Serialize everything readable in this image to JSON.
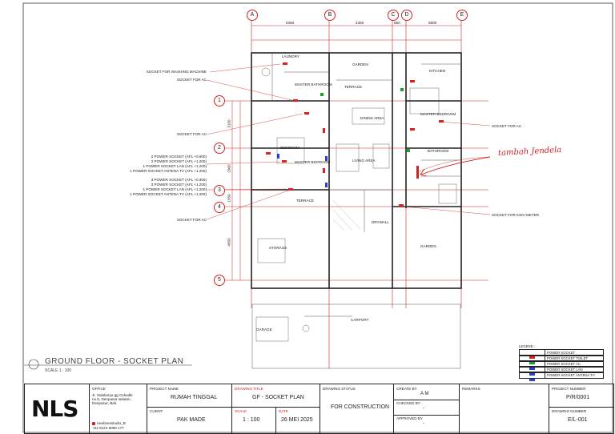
{
  "drawing": {
    "grid_columns": [
      "A",
      "B",
      "C",
      "D",
      "E"
    ],
    "grid_rows": [
      "1",
      "2",
      "3",
      "4",
      "5"
    ],
    "top_dimensions": [
      "5350",
      "4350",
      "850",
      "5800"
    ],
    "left_dimensions": [
      "3150",
      "2900",
      "1050",
      "4550"
    ],
    "left_annotations": [
      "SOCKET FOR WASHING MACHINE",
      "SOCKET FOR AC",
      "SOCKET FOR AC",
      "2 POWER SOCKET (AFL +0.600)",
      "2 POWER SOCKET (AFL +1.200)",
      "1 POWER SOCKET LAN (AFL +1.200)",
      "1 POWER SOCKET ANTENA TV (AFL +1.200)",
      "3 POWER SOCKET (AFL +0.300)",
      "3 POWER SOCKET (AFL +1.200)",
      "1 POWER SOCKET LAN (AFL +1.200)",
      "1 POWER SOCKET ANTENA TV (AFL +1.200)",
      "SOCKET FOR AC"
    ],
    "right_annotations": [
      "SOCKET FOR AC",
      "SOCKET FOR KWH METER"
    ],
    "handwritten_note": "tambah Jendela",
    "rooms": [
      "LAUNDRY",
      "GARDEN",
      "KITCHEN",
      "MASTER BATHROOM",
      "TERRACE",
      "DINING AREA",
      "MASTER BEDROOM",
      "BEDROOM",
      "BATHROOM",
      "LIVING AREA",
      "MASTER BEDROOM",
      "TERRACE",
      "DRYWALL",
      "GARDEN",
      "STORAGE",
      "CARPORT",
      "GARAGE"
    ]
  },
  "plan_title": "GROUND FLOOR - SOCKET PLAN",
  "plan_scale": "SCALE 1 : 100",
  "legend": {
    "title": "LEGEND :",
    "items": [
      {
        "symbol": "power-socket-symbol",
        "name": "POWER SOCKET"
      },
      {
        "symbol": "toilet-socket-symbol",
        "name": "POWER SOCKET TOILET"
      },
      {
        "symbol": "ac-socket-symbol",
        "name": "POWER SOCKET AC"
      },
      {
        "symbol": "lan-socket-symbol",
        "name": "POWER SOCKET LAN"
      },
      {
        "symbol": "tv-socket-symbol",
        "name": "POWER SOCKET ANTENA TV"
      }
    ]
  },
  "title_block": {
    "logo": "NLS",
    "office_label": "OFFICE",
    "office_address": [
      "Jl. Sidakarya gg Cekedik",
      "no.5, Denpasar selatan,",
      "Denpasar, Bali."
    ],
    "instagram": "newlinesstudio_B",
    "phone": "+62 8124 6090 177",
    "project_name_label": "PROJECT NAME",
    "project_name": "RUMAH TINGGAL",
    "client_label": "CLIENT",
    "client": "PAK MADE",
    "drawing_title_label": "DRAWING TITLE",
    "drawing_title": "GF - SOCKET PLAN",
    "scale_label": "SCALE",
    "scale": "1 : 100",
    "date_label": "DATE",
    "date": "26 MEI 2025",
    "drawing_status_label": "DRAWING STATUS",
    "drawing_status": "FOR CONSTRUCTION",
    "create_by_label": "CREATE BY",
    "create_by": "A M",
    "checked_by_label": "CHECKED BY",
    "checked_by": "-",
    "approved_by_label": "APPROVED BY",
    "approved_by": "-",
    "remarks_label": "REMARKS",
    "project_number_label": "PROJECT NUMBER",
    "project_number": "P/R/0001",
    "drawing_number_label": "DRAWING NUMBER",
    "drawing_number": "E/L-001"
  },
  "colors": {
    "grid_red": "#d02020",
    "line": "#222222",
    "socket_red": "#e02020",
    "socket_blue": "#2a3fd0",
    "socket_green": "#1aa030",
    "note_red": "#d02020"
  }
}
